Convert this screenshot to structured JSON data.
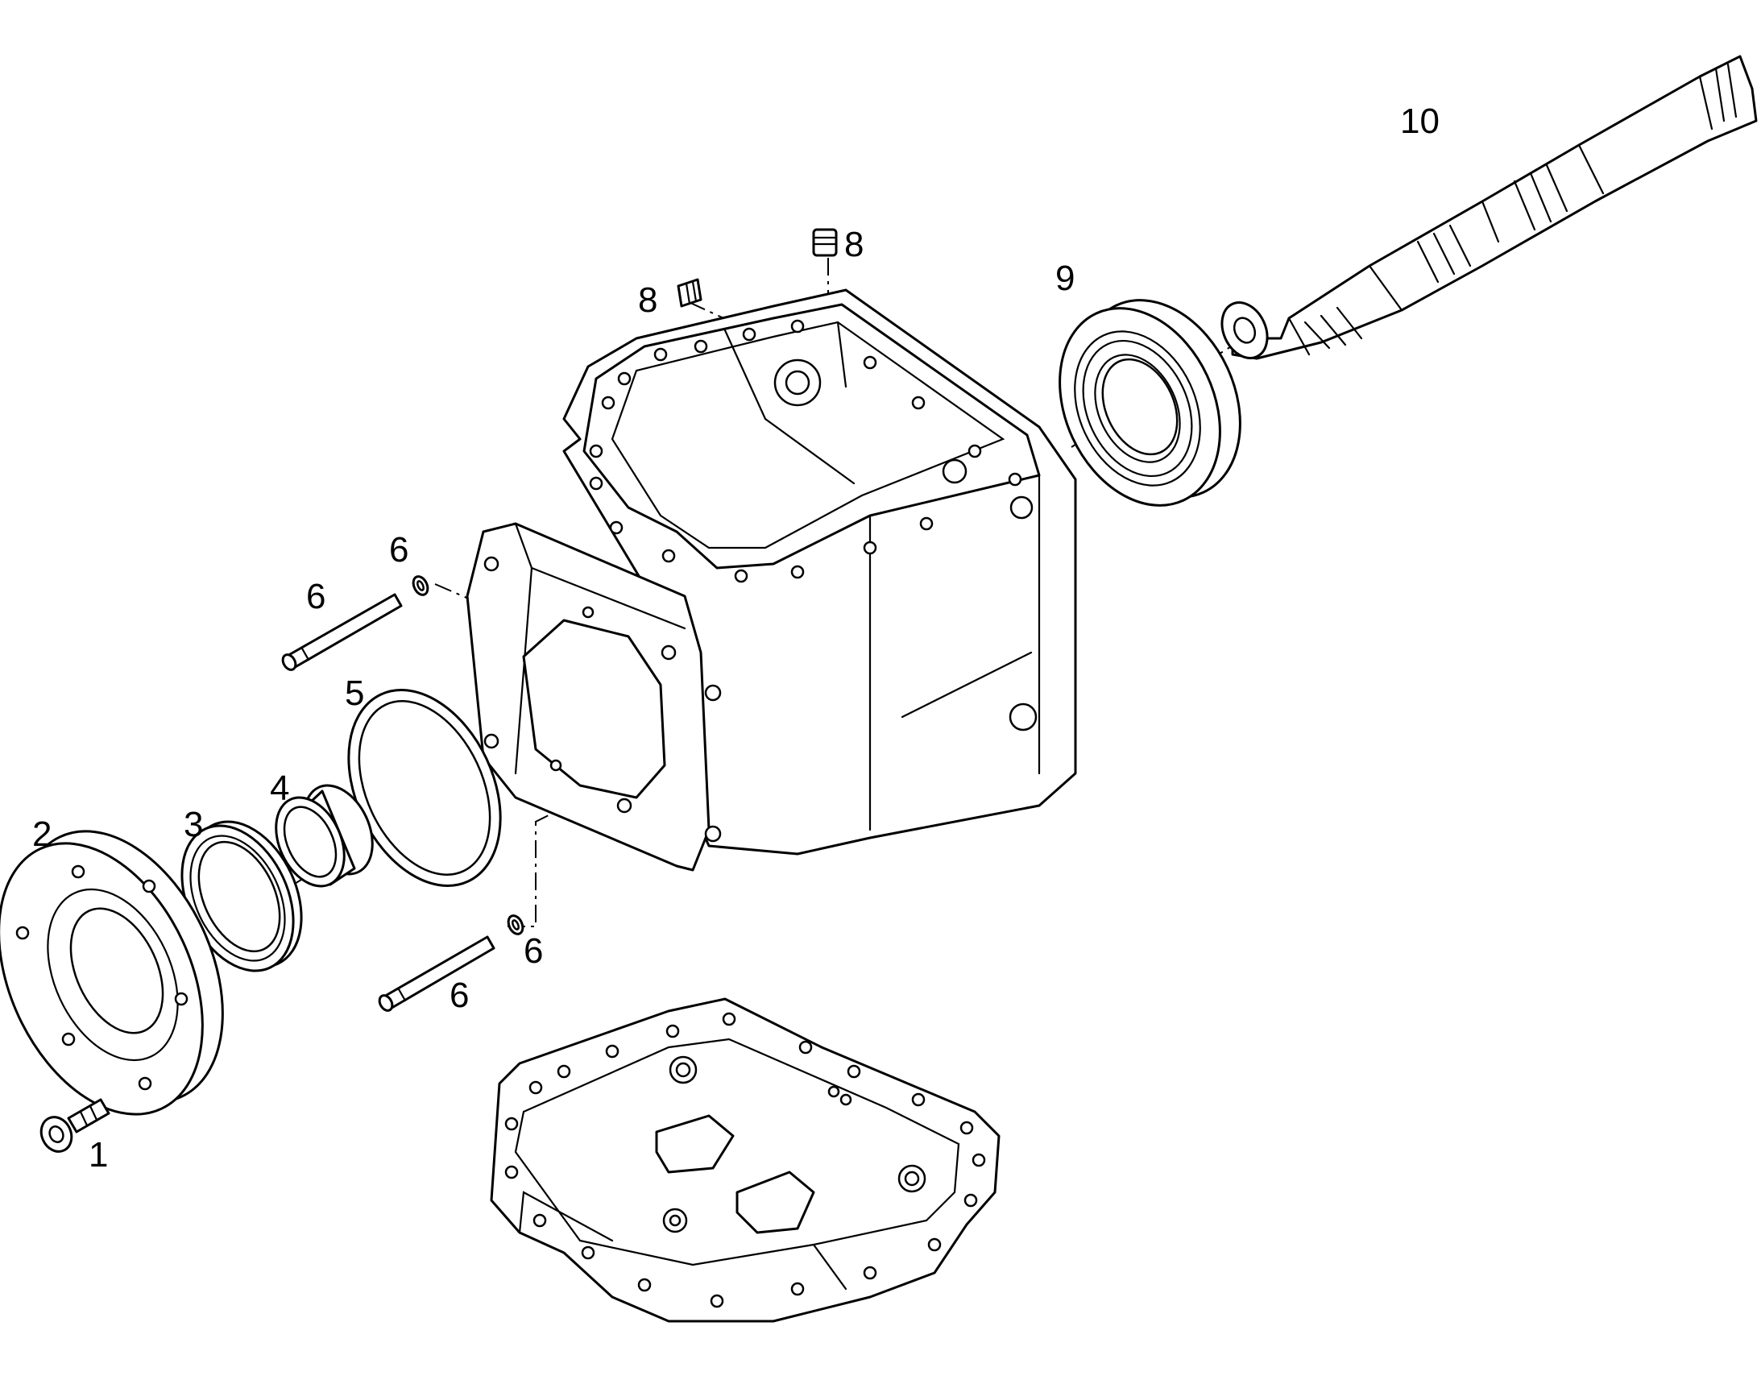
{
  "callouts": {
    "c1": "1",
    "c2": "2",
    "c3": "3",
    "c4": "4",
    "c5": "5",
    "c6a": "6",
    "c6b": "6",
    "c6c": "6",
    "c6d": "6",
    "c8a": "8",
    "c8b": "8",
    "c9": "9",
    "c10": "10"
  }
}
